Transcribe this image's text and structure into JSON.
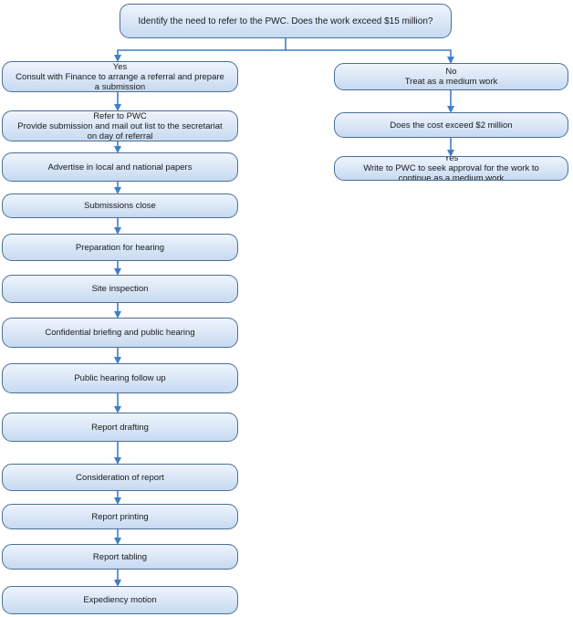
{
  "root": {
    "label": "Identify the need to refer to the PWC. Does the work exceed $15 million?"
  },
  "left_branch": [
    {
      "lines": [
        "Yes",
        "Consult with Finance to arrange a referral and prepare",
        "a submission"
      ]
    },
    {
      "lines": [
        "Refer to PWC",
        "Provide submission and mail out list to the secretariat",
        "on day of referral"
      ]
    },
    {
      "lines": [
        "Advertise in local and national papers"
      ]
    },
    {
      "lines": [
        "Submissions close"
      ]
    },
    {
      "lines": [
        "Preparation for hearing"
      ]
    },
    {
      "lines": [
        "Site inspection"
      ]
    },
    {
      "lines": [
        "Confidential briefing and public hearing"
      ]
    },
    {
      "lines": [
        "Public hearing follow up"
      ]
    },
    {
      "lines": [
        "Report drafting"
      ]
    },
    {
      "lines": [
        "Consideration of report"
      ]
    },
    {
      "lines": [
        "Report printing"
      ]
    },
    {
      "lines": [
        "Report tabling"
      ]
    },
    {
      "lines": [
        "Expediency motion"
      ]
    }
  ],
  "right_branch": [
    {
      "lines": [
        "No",
        "Treat as a medium work"
      ]
    },
    {
      "lines": [
        "Does the cost exceed $2 million"
      ]
    },
    {
      "lines": [
        "Yes",
        "Write to PWC to seek approval for the work to",
        "continue as a medium work"
      ]
    }
  ],
  "colors": {
    "connector": "#3f7fc4",
    "node_border": "#4a6f97",
    "node_fill_top": "#eef4fc",
    "node_fill_bottom": "#c7daf1"
  }
}
